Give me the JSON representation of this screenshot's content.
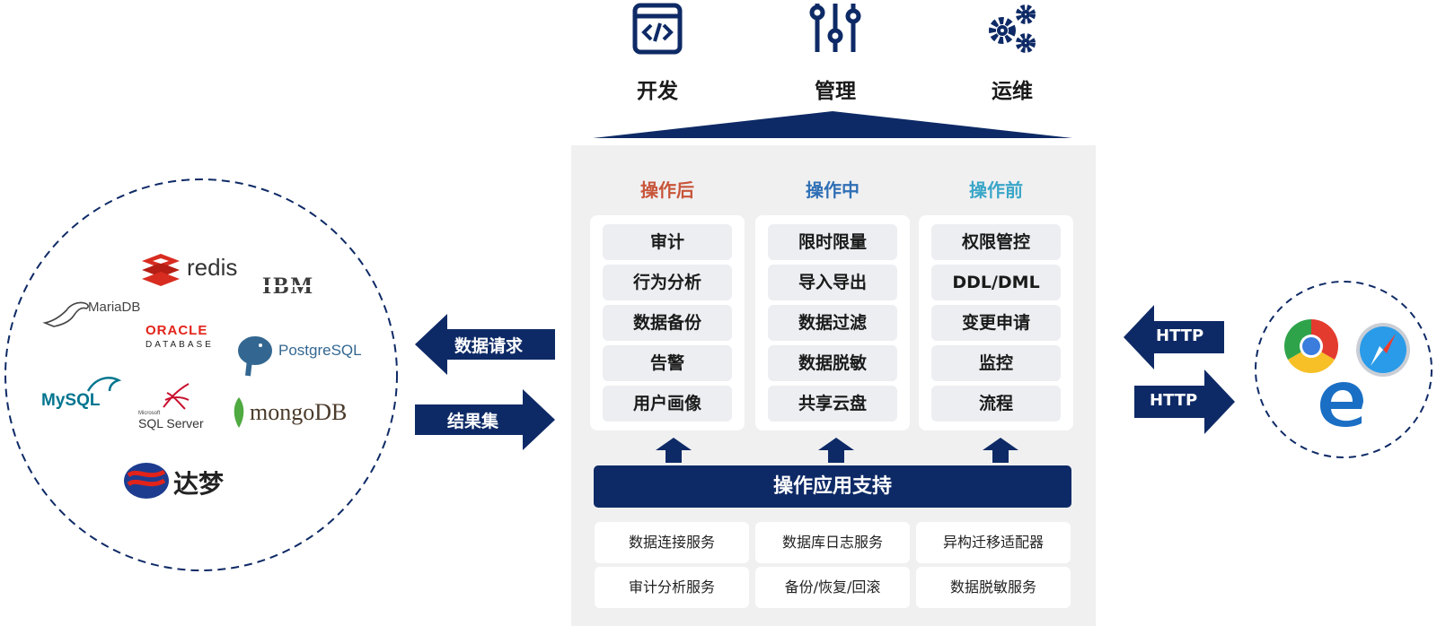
{
  "roles": [
    {
      "label": "开发",
      "icon": "code-window-icon"
    },
    {
      "label": "管理",
      "icon": "sliders-icon"
    },
    {
      "label": "运维",
      "icon": "gears-icon"
    }
  ],
  "columns": [
    {
      "title": "操作后",
      "color": "#c8553a",
      "items": [
        "审计",
        "行为分析",
        "数据备份",
        "告警",
        "用户画像"
      ]
    },
    {
      "title": "操作中",
      "color": "#2f6fb5",
      "items": [
        "限时限量",
        "导入导出",
        "数据过滤",
        "数据脱敏",
        "共享云盘"
      ]
    },
    {
      "title": "操作前",
      "color": "#3aa6c8",
      "items": [
        "权限管控",
        "DDL/DML",
        "变更申请",
        "监控",
        "流程"
      ]
    }
  ],
  "support_label": "操作应用支持",
  "services": [
    [
      "数据连接服务",
      "数据库日志服务",
      "异构迁移适配器"
    ],
    [
      "审计分析服务",
      "备份/恢复/回滚",
      "数据脱敏服务"
    ]
  ],
  "left_arrows": {
    "request": "数据请求",
    "result": "结果集"
  },
  "right_arrows": {
    "in": "HTTP",
    "out": "HTTP"
  },
  "databases": {
    "redis": "redis",
    "ibm": "IBM",
    "mariadb": "MariaDB",
    "oracle_top": "ORACLE",
    "oracle_bottom": "DATABASE",
    "postgres": "PostgreSQL",
    "mysql": "MySQL",
    "sqlserver_small": "Microsoft",
    "sqlserver": "SQL Server",
    "mongodb": "mongoDB",
    "dameng": "达梦"
  },
  "browsers": [
    "chrome-icon",
    "safari-icon",
    "edge-icon"
  ],
  "colors": {
    "navy": "#0e2a66",
    "panel": "#f0f0f1"
  }
}
